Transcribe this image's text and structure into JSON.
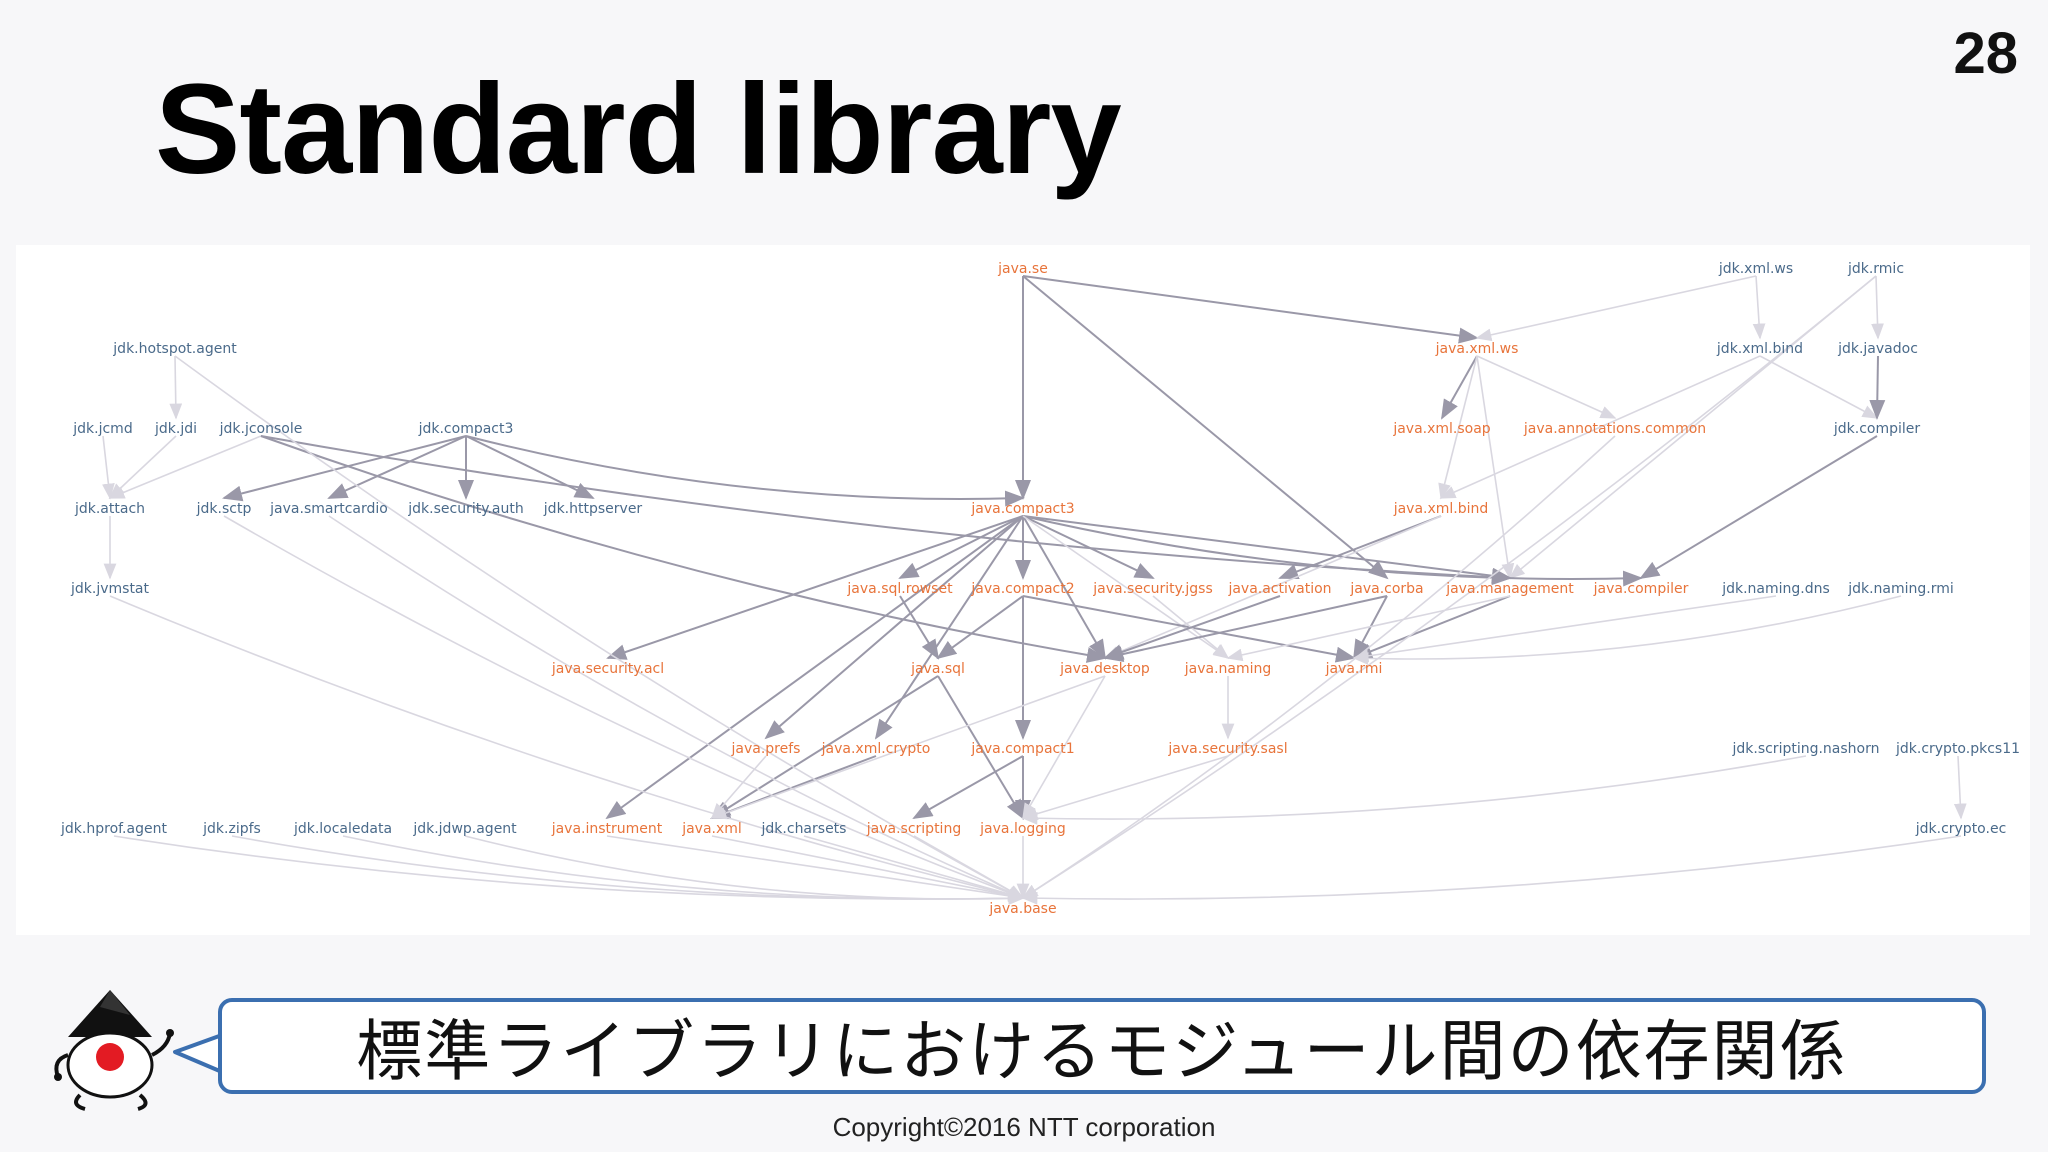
{
  "slide": {
    "title": "Standard library",
    "page_number": "28",
    "caption": "標準ライブラリにおけるモジュール間の依存関係",
    "copyright": "Copyright©2016  NTT corporation"
  },
  "colors": {
    "java_module": "#e8743b",
    "jdk_module": "#4a6a8a",
    "edge_dark": "#9a98a8",
    "edge_light": "#d9d7e0",
    "caption_border": "#3b6fb0"
  },
  "graph": {
    "nodes": [
      {
        "id": "java.se",
        "label": "java.se",
        "type": "java"
      },
      {
        "id": "jdk.xml.ws",
        "label": "jdk.xml.ws",
        "type": "jdk"
      },
      {
        "id": "jdk.rmic",
        "label": "jdk.rmic",
        "type": "jdk"
      },
      {
        "id": "jdk.hotspot.agent",
        "label": "jdk.hotspot.agent",
        "type": "jdk"
      },
      {
        "id": "java.xml.ws",
        "label": "java.xml.ws",
        "type": "java"
      },
      {
        "id": "jdk.xml.bind",
        "label": "jdk.xml.bind",
        "type": "jdk"
      },
      {
        "id": "jdk.javadoc",
        "label": "jdk.javadoc",
        "type": "jdk"
      },
      {
        "id": "jdk.jcmd",
        "label": "jdk.jcmd",
        "type": "jdk"
      },
      {
        "id": "jdk.jdi",
        "label": "jdk.jdi",
        "type": "jdk"
      },
      {
        "id": "jdk.jconsole",
        "label": "jdk.jconsole",
        "type": "jdk"
      },
      {
        "id": "jdk.compact3",
        "label": "jdk.compact3",
        "type": "jdk"
      },
      {
        "id": "java.xml.soap",
        "label": "java.xml.soap",
        "type": "java"
      },
      {
        "id": "java.annotations.common",
        "label": "java.annotations.common",
        "type": "java"
      },
      {
        "id": "jdk.compiler",
        "label": "jdk.compiler",
        "type": "jdk"
      },
      {
        "id": "jdk.attach",
        "label": "jdk.attach",
        "type": "jdk"
      },
      {
        "id": "jdk.sctp",
        "label": "jdk.sctp",
        "type": "jdk"
      },
      {
        "id": "java.smartcardio",
        "label": "java.smartcardio",
        "type": "jdk"
      },
      {
        "id": "jdk.security.auth",
        "label": "jdk.security.auth",
        "type": "jdk"
      },
      {
        "id": "jdk.httpserver",
        "label": "jdk.httpserver",
        "type": "jdk"
      },
      {
        "id": "java.compact3",
        "label": "java.compact3",
        "type": "java"
      },
      {
        "id": "java.xml.bind",
        "label": "java.xml.bind",
        "type": "java"
      },
      {
        "id": "jdk.jvmstat",
        "label": "jdk.jvmstat",
        "type": "jdk"
      },
      {
        "id": "java.sql.rowset",
        "label": "java.sql.rowset",
        "type": "java"
      },
      {
        "id": "java.compact2",
        "label": "java.compact2",
        "type": "java"
      },
      {
        "id": "java.security.jgss",
        "label": "java.security.jgss",
        "type": "java"
      },
      {
        "id": "java.activation",
        "label": "java.activation",
        "type": "java"
      },
      {
        "id": "java.corba",
        "label": "java.corba",
        "type": "java"
      },
      {
        "id": "java.management",
        "label": "java.management",
        "type": "java"
      },
      {
        "id": "java.compiler",
        "label": "java.compiler",
        "type": "java"
      },
      {
        "id": "jdk.naming.dns",
        "label": "jdk.naming.dns",
        "type": "jdk"
      },
      {
        "id": "jdk.naming.rmi",
        "label": "jdk.naming.rmi",
        "type": "jdk"
      },
      {
        "id": "java.security.acl",
        "label": "java.security.acl",
        "type": "java"
      },
      {
        "id": "java.sql",
        "label": "java.sql",
        "type": "java"
      },
      {
        "id": "java.desktop",
        "label": "java.desktop",
        "type": "java"
      },
      {
        "id": "java.naming",
        "label": "java.naming",
        "type": "java"
      },
      {
        "id": "java.rmi",
        "label": "java.rmi",
        "type": "java"
      },
      {
        "id": "java.prefs",
        "label": "java.prefs",
        "type": "java"
      },
      {
        "id": "java.xml.crypto",
        "label": "java.xml.crypto",
        "type": "java"
      },
      {
        "id": "java.compact1",
        "label": "java.compact1",
        "type": "java"
      },
      {
        "id": "java.security.sasl",
        "label": "java.security.sasl",
        "type": "java"
      },
      {
        "id": "jdk.scripting.nashorn",
        "label": "jdk.scripting.nashorn",
        "type": "jdk"
      },
      {
        "id": "jdk.crypto.pkcs11",
        "label": "jdk.crypto.pkcs11",
        "type": "jdk"
      },
      {
        "id": "jdk.hprof.agent",
        "label": "jdk.hprof.agent",
        "type": "jdk"
      },
      {
        "id": "jdk.zipfs",
        "label": "jdk.zipfs",
        "type": "jdk"
      },
      {
        "id": "jdk.localedata",
        "label": "jdk.localedata",
        "type": "jdk"
      },
      {
        "id": "jdk.jdwp.agent",
        "label": "jdk.jdwp.agent",
        "type": "jdk"
      },
      {
        "id": "java.instrument",
        "label": "java.instrument",
        "type": "java"
      },
      {
        "id": "java.xml",
        "label": "java.xml",
        "type": "java"
      },
      {
        "id": "jdk.charsets",
        "label": "jdk.charsets",
        "type": "jdk"
      },
      {
        "id": "java.scripting",
        "label": "java.scripting",
        "type": "java"
      },
      {
        "id": "java.logging",
        "label": "java.logging",
        "type": "java"
      },
      {
        "id": "jdk.crypto.ec",
        "label": "jdk.crypto.ec",
        "type": "jdk"
      },
      {
        "id": "java.base",
        "label": "java.base",
        "type": "java"
      }
    ],
    "edges": [
      [
        "java.se",
        "java.xml.ws",
        "dark"
      ],
      [
        "java.se",
        "java.compact3",
        "dark"
      ],
      [
        "java.se",
        "java.corba",
        "dark"
      ],
      [
        "jdk.xml.ws",
        "java.xml.ws",
        "light"
      ],
      [
        "jdk.xml.ws",
        "jdk.xml.bind",
        "light"
      ],
      [
        "jdk.rmic",
        "jdk.javadoc",
        "light"
      ],
      [
        "jdk.rmic",
        "java.management",
        "light"
      ],
      [
        "java.xml.ws",
        "java.xml.soap",
        "dark"
      ],
      [
        "java.xml.ws",
        "java.annotations.common",
        "light"
      ],
      [
        "java.xml.ws",
        "java.xml.bind",
        "light"
      ],
      [
        "java.xml.ws",
        "java.management",
        "light"
      ],
      [
        "jdk.xml.bind",
        "java.xml.bind",
        "light"
      ],
      [
        "jdk.xml.bind",
        "jdk.compiler",
        "light"
      ],
      [
        "jdk.javadoc",
        "jdk.compiler",
        "dark"
      ],
      [
        "jdk.compiler",
        "java.compiler",
        "dark"
      ],
      [
        "jdk.hotspot.agent",
        "jdk.jdi",
        "light"
      ],
      [
        "jdk.jdi",
        "jdk.attach",
        "light"
      ],
      [
        "jdk.jcmd",
        "jdk.attach",
        "light"
      ],
      [
        "jdk.jconsole",
        "jdk.attach",
        "light"
      ],
      [
        "jdk.attach",
        "jdk.jvmstat",
        "light"
      ],
      [
        "jdk.jconsole",
        "java.desktop",
        "dark"
      ],
      [
        "jdk.jconsole",
        "java.management",
        "dark"
      ],
      [
        "jdk.compact3",
        "jdk.sctp",
        "dark"
      ],
      [
        "jdk.compact3",
        "java.smartcardio",
        "dark"
      ],
      [
        "jdk.compact3",
        "jdk.security.auth",
        "dark"
      ],
      [
        "jdk.compact3",
        "jdk.httpserver",
        "dark"
      ],
      [
        "jdk.compact3",
        "java.compact3",
        "dark"
      ],
      [
        "java.compact3",
        "java.sql.rowset",
        "dark"
      ],
      [
        "java.compact3",
        "java.compact2",
        "dark"
      ],
      [
        "java.compact3",
        "java.security.jgss",
        "dark"
      ],
      [
        "java.compact3",
        "java.management",
        "dark"
      ],
      [
        "java.compact3",
        "java.compiler",
        "dark"
      ],
      [
        "java.compact3",
        "java.security.acl",
        "dark"
      ],
      [
        "java.compact3",
        "java.prefs",
        "dark"
      ],
      [
        "java.compact3",
        "java.xml.crypto",
        "dark"
      ],
      [
        "java.compact3",
        "java.instrument",
        "dark"
      ],
      [
        "java.compact3",
        "java.desktop",
        "dark"
      ],
      [
        "java.compact3",
        "java.naming",
        "light"
      ],
      [
        "java.xml.bind",
        "java.activation",
        "dark"
      ],
      [
        "java.xml.bind",
        "java.desktop",
        "light"
      ],
      [
        "java.sql.rowset",
        "java.sql",
        "dark"
      ],
      [
        "java.compact2",
        "java.sql",
        "dark"
      ],
      [
        "java.compact2",
        "java.compact1",
        "dark"
      ],
      [
        "java.compact2",
        "java.rmi",
        "dark"
      ],
      [
        "java.security.jgss",
        "java.naming",
        "light"
      ],
      [
        "java.activation",
        "java.desktop",
        "dark"
      ],
      [
        "java.corba",
        "java.desktop",
        "dark"
      ],
      [
        "java.corba",
        "java.rmi",
        "dark"
      ],
      [
        "java.management",
        "java.rmi",
        "dark"
      ],
      [
        "java.management",
        "java.naming",
        "light"
      ],
      [
        "java.sql",
        "java.xml",
        "dark"
      ],
      [
        "java.sql",
        "java.logging",
        "dark"
      ],
      [
        "java.naming",
        "java.security.sasl",
        "light"
      ],
      [
        "java.xml.crypto",
        "java.xml",
        "dark"
      ],
      [
        "java.compact1",
        "java.logging",
        "dark"
      ],
      [
        "java.compact1",
        "java.scripting",
        "dark"
      ],
      [
        "java.security.sasl",
        "java.logging",
        "light"
      ],
      [
        "java.desktop",
        "java.xml",
        "light"
      ],
      [
        "java.desktop",
        "java.logging",
        "light"
      ],
      [
        "java.prefs",
        "java.xml",
        "light"
      ],
      [
        "jdk.crypto.pkcs11",
        "jdk.crypto.ec",
        "light"
      ],
      [
        "java.logging",
        "java.base",
        "light"
      ],
      [
        "java.xml",
        "java.base",
        "light"
      ],
      [
        "jdk.charsets",
        "java.base",
        "light"
      ],
      [
        "java.scripting",
        "java.base",
        "light"
      ],
      [
        "java.instrument",
        "java.base",
        "light"
      ],
      [
        "jdk.hprof.agent",
        "java.base",
        "light"
      ],
      [
        "jdk.zipfs",
        "java.base",
        "light"
      ],
      [
        "jdk.localedata",
        "java.base",
        "light"
      ],
      [
        "jdk.jdwp.agent",
        "java.base",
        "light"
      ],
      [
        "jdk.crypto.ec",
        "java.base",
        "light"
      ],
      [
        "jdk.scripting.nashorn",
        "java.logging",
        "light"
      ],
      [
        "jdk.naming.dns",
        "java.rmi",
        "light"
      ],
      [
        "jdk.naming.rmi",
        "java.rmi",
        "light"
      ],
      [
        "jdk.jvmstat",
        "java.base",
        "light"
      ],
      [
        "jdk.hotspot.agent",
        "java.base",
        "light"
      ],
      [
        "jdk.sctp",
        "java.base",
        "light"
      ],
      [
        "java.smartcardio",
        "java.base",
        "light"
      ],
      [
        "java.annotations.common",
        "java.base",
        "light"
      ],
      [
        "jdk.rmic",
        "java.base",
        "light"
      ]
    ]
  }
}
